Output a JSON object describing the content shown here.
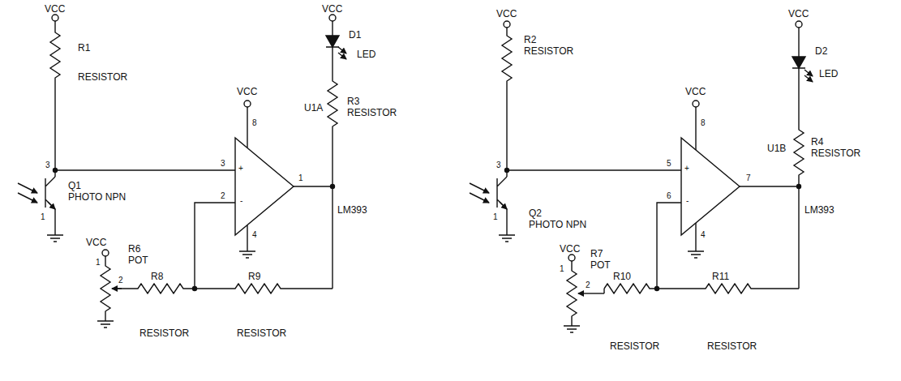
{
  "diagram": {
    "labels": [
      "VCC",
      "R1",
      "RESISTOR",
      "3",
      "Q1",
      "PHOTO NPN",
      "1",
      "VCC",
      "8",
      "3",
      "2",
      "+",
      "-",
      "4",
      "1",
      "VCC",
      "D1",
      "LED",
      "U1A",
      "R3",
      "RESISTOR",
      "LM393",
      "VCC",
      "R6",
      "POT",
      "1",
      "2",
      "R8",
      "R9",
      "RESISTOR",
      "RESISTOR",
      "VCC",
      "R2",
      "RESISTOR",
      "3",
      "Q2",
      "PHOTO NPN",
      "1",
      "VCC",
      "8",
      "5",
      "6",
      "+",
      "-",
      "4",
      "7",
      "VCC",
      "D2",
      "LED",
      "U1B",
      "R4",
      "RESISTOR",
      "LM393",
      "VCC",
      "R7",
      "POT",
      "1",
      "2",
      "R10",
      "R11",
      "RESISTOR",
      "RESISTOR"
    ]
  }
}
